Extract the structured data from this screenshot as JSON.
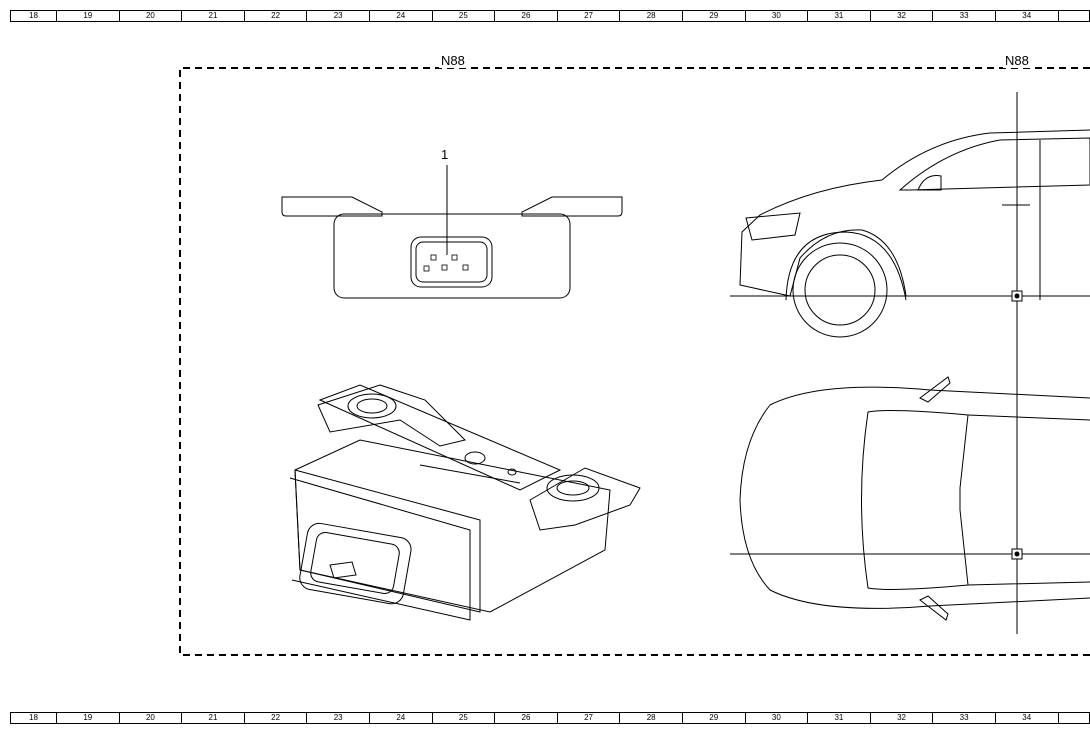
{
  "ruler": {
    "top": [
      "18",
      "19",
      "20",
      "21",
      "22",
      "23",
      "24",
      "25",
      "26",
      "27",
      "28",
      "29",
      "30",
      "31",
      "32",
      "33",
      "34"
    ],
    "bottom": [
      "18",
      "19",
      "20",
      "21",
      "22",
      "23",
      "24",
      "25",
      "26",
      "27",
      "28",
      "29",
      "30",
      "31",
      "32",
      "33",
      "34"
    ]
  },
  "diagram": {
    "component_label_left": "N88",
    "component_label_right": "N88",
    "callout_1": "1"
  }
}
